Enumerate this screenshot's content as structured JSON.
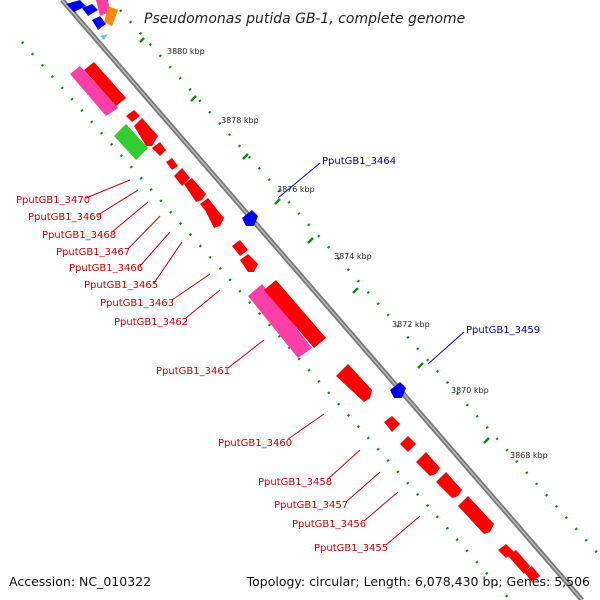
{
  "title": "Pseudomonas putida GB-1, complete genome",
  "accession": "Accession: NC_010322",
  "topology": "Topology: circular; Length: 6,078,430 bp; Genes: 5,506",
  "ticks": [
    "3880 kbp",
    "3878 kbp",
    "3876 kbp",
    "3874 kbp",
    "3872 kbp",
    "3870 kbp",
    "3868 kbp"
  ],
  "genes_left": [
    "PputGB1_3470",
    "PputGB1_3469",
    "PputGB1_3468",
    "PputGB1_3467",
    "PputGB1_3466",
    "PputGB1_3465",
    "PputGB1_3463",
    "PputGB1_3462",
    "PputGB1_3461",
    "PputGB1_3460",
    "PputGB1_3458",
    "PputGB1_3457",
    "PputGB1_3456",
    "PputGB1_3455"
  ],
  "genes_right": [
    "PputGB1_3464",
    "PputGB1_3459"
  ],
  "colors": {
    "forward_gene": "#ff0000",
    "forward_label": "#cc0000",
    "reverse_gene": "#0000ee",
    "reverse_label": "#000099",
    "rrna": "#ff3fa8",
    "other": "#33cc33",
    "orange": "#ff8800",
    "backbone": "#888888",
    "dots": "#118811"
  }
}
